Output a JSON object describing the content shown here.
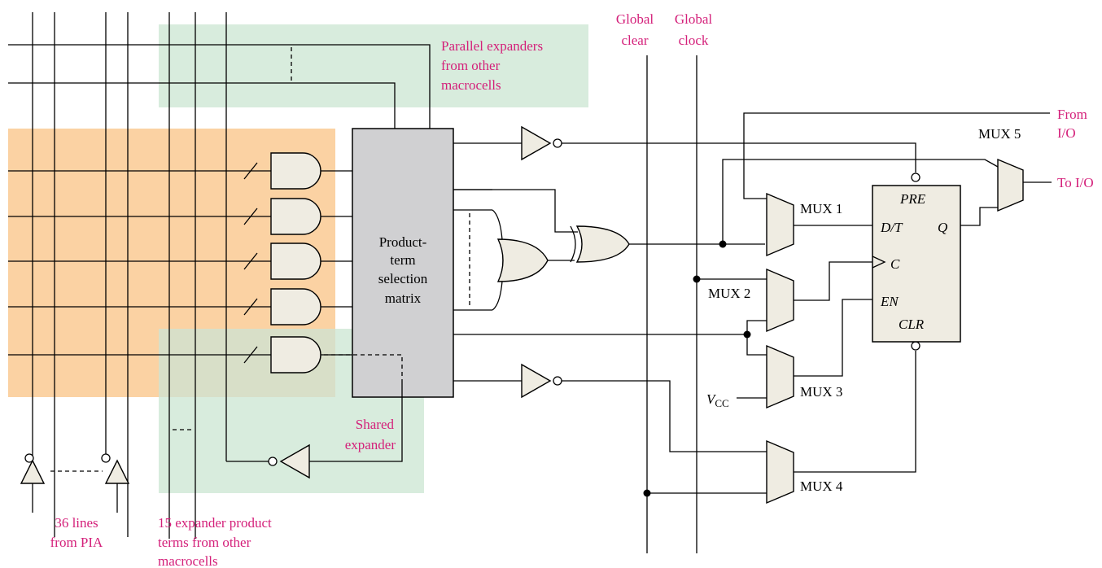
{
  "labels": {
    "global_clear": [
      "Global",
      "clear"
    ],
    "global_clock": [
      "Global",
      "clock"
    ],
    "parallel_expanders": [
      "Parallel expanders",
      "from other",
      "macrocells"
    ],
    "from_io": [
      "From",
      "I/O"
    ],
    "to_io": "To I/O",
    "mux1": "MUX 1",
    "mux2": "MUX 2",
    "mux3": "MUX 3",
    "mux4": "MUX 4",
    "mux5": "MUX 5",
    "matrix": [
      "Product-",
      "term",
      "selection",
      "matrix"
    ],
    "ff_pre": "PRE",
    "ff_dt": "D/T",
    "ff_q": "Q",
    "ff_c": "C",
    "ff_en": "EN",
    "ff_clr": "CLR",
    "vcc_main": "V",
    "vcc_sub": "CC",
    "shared_expander": [
      "Shared",
      "expander"
    ],
    "pia_lines": [
      "36 lines",
      "from PIA"
    ],
    "expander_terms": [
      "15 expander product",
      "terms from other",
      "macrocells"
    ]
  },
  "colors": {
    "pia_region": "#fbd2a3",
    "expander_region": "#d8ecdd",
    "matrix_fill": "#d0d0d2",
    "gate_fill": "#efece2",
    "label_magenta": "#d4207a"
  }
}
